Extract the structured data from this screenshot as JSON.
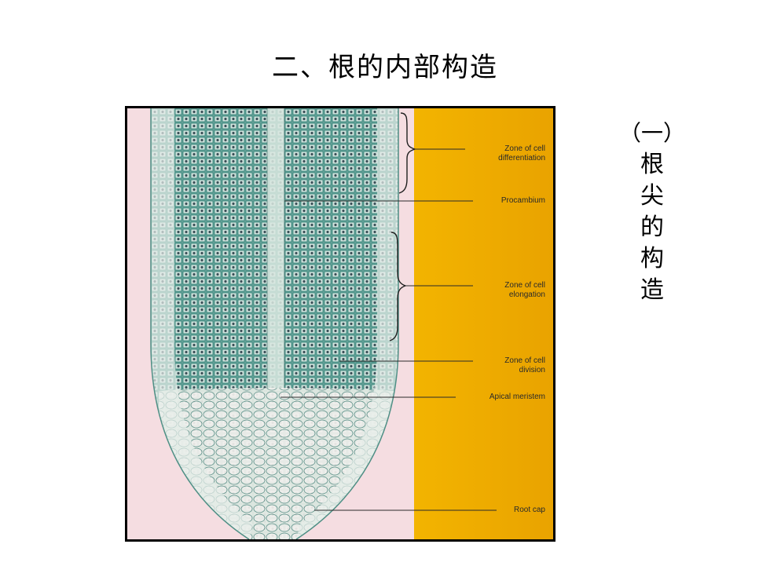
{
  "slide": {
    "title": "二、根的内部构造"
  },
  "figure": {
    "labels": [
      "Zone of cell\ndifferentiation",
      "Procambium",
      "Zone of cell\nelongation",
      "Zone of cell\ndivision",
      "Apical meristem",
      "Root cap"
    ]
  },
  "caption": {
    "prefix": "（一）",
    "chars": [
      "根",
      "尖",
      "的",
      "构",
      "造"
    ]
  },
  "colors": {
    "background_pink": "#f5dde1",
    "panel_gold": "#f0b000",
    "tissue_teal": "#3f8f86"
  }
}
